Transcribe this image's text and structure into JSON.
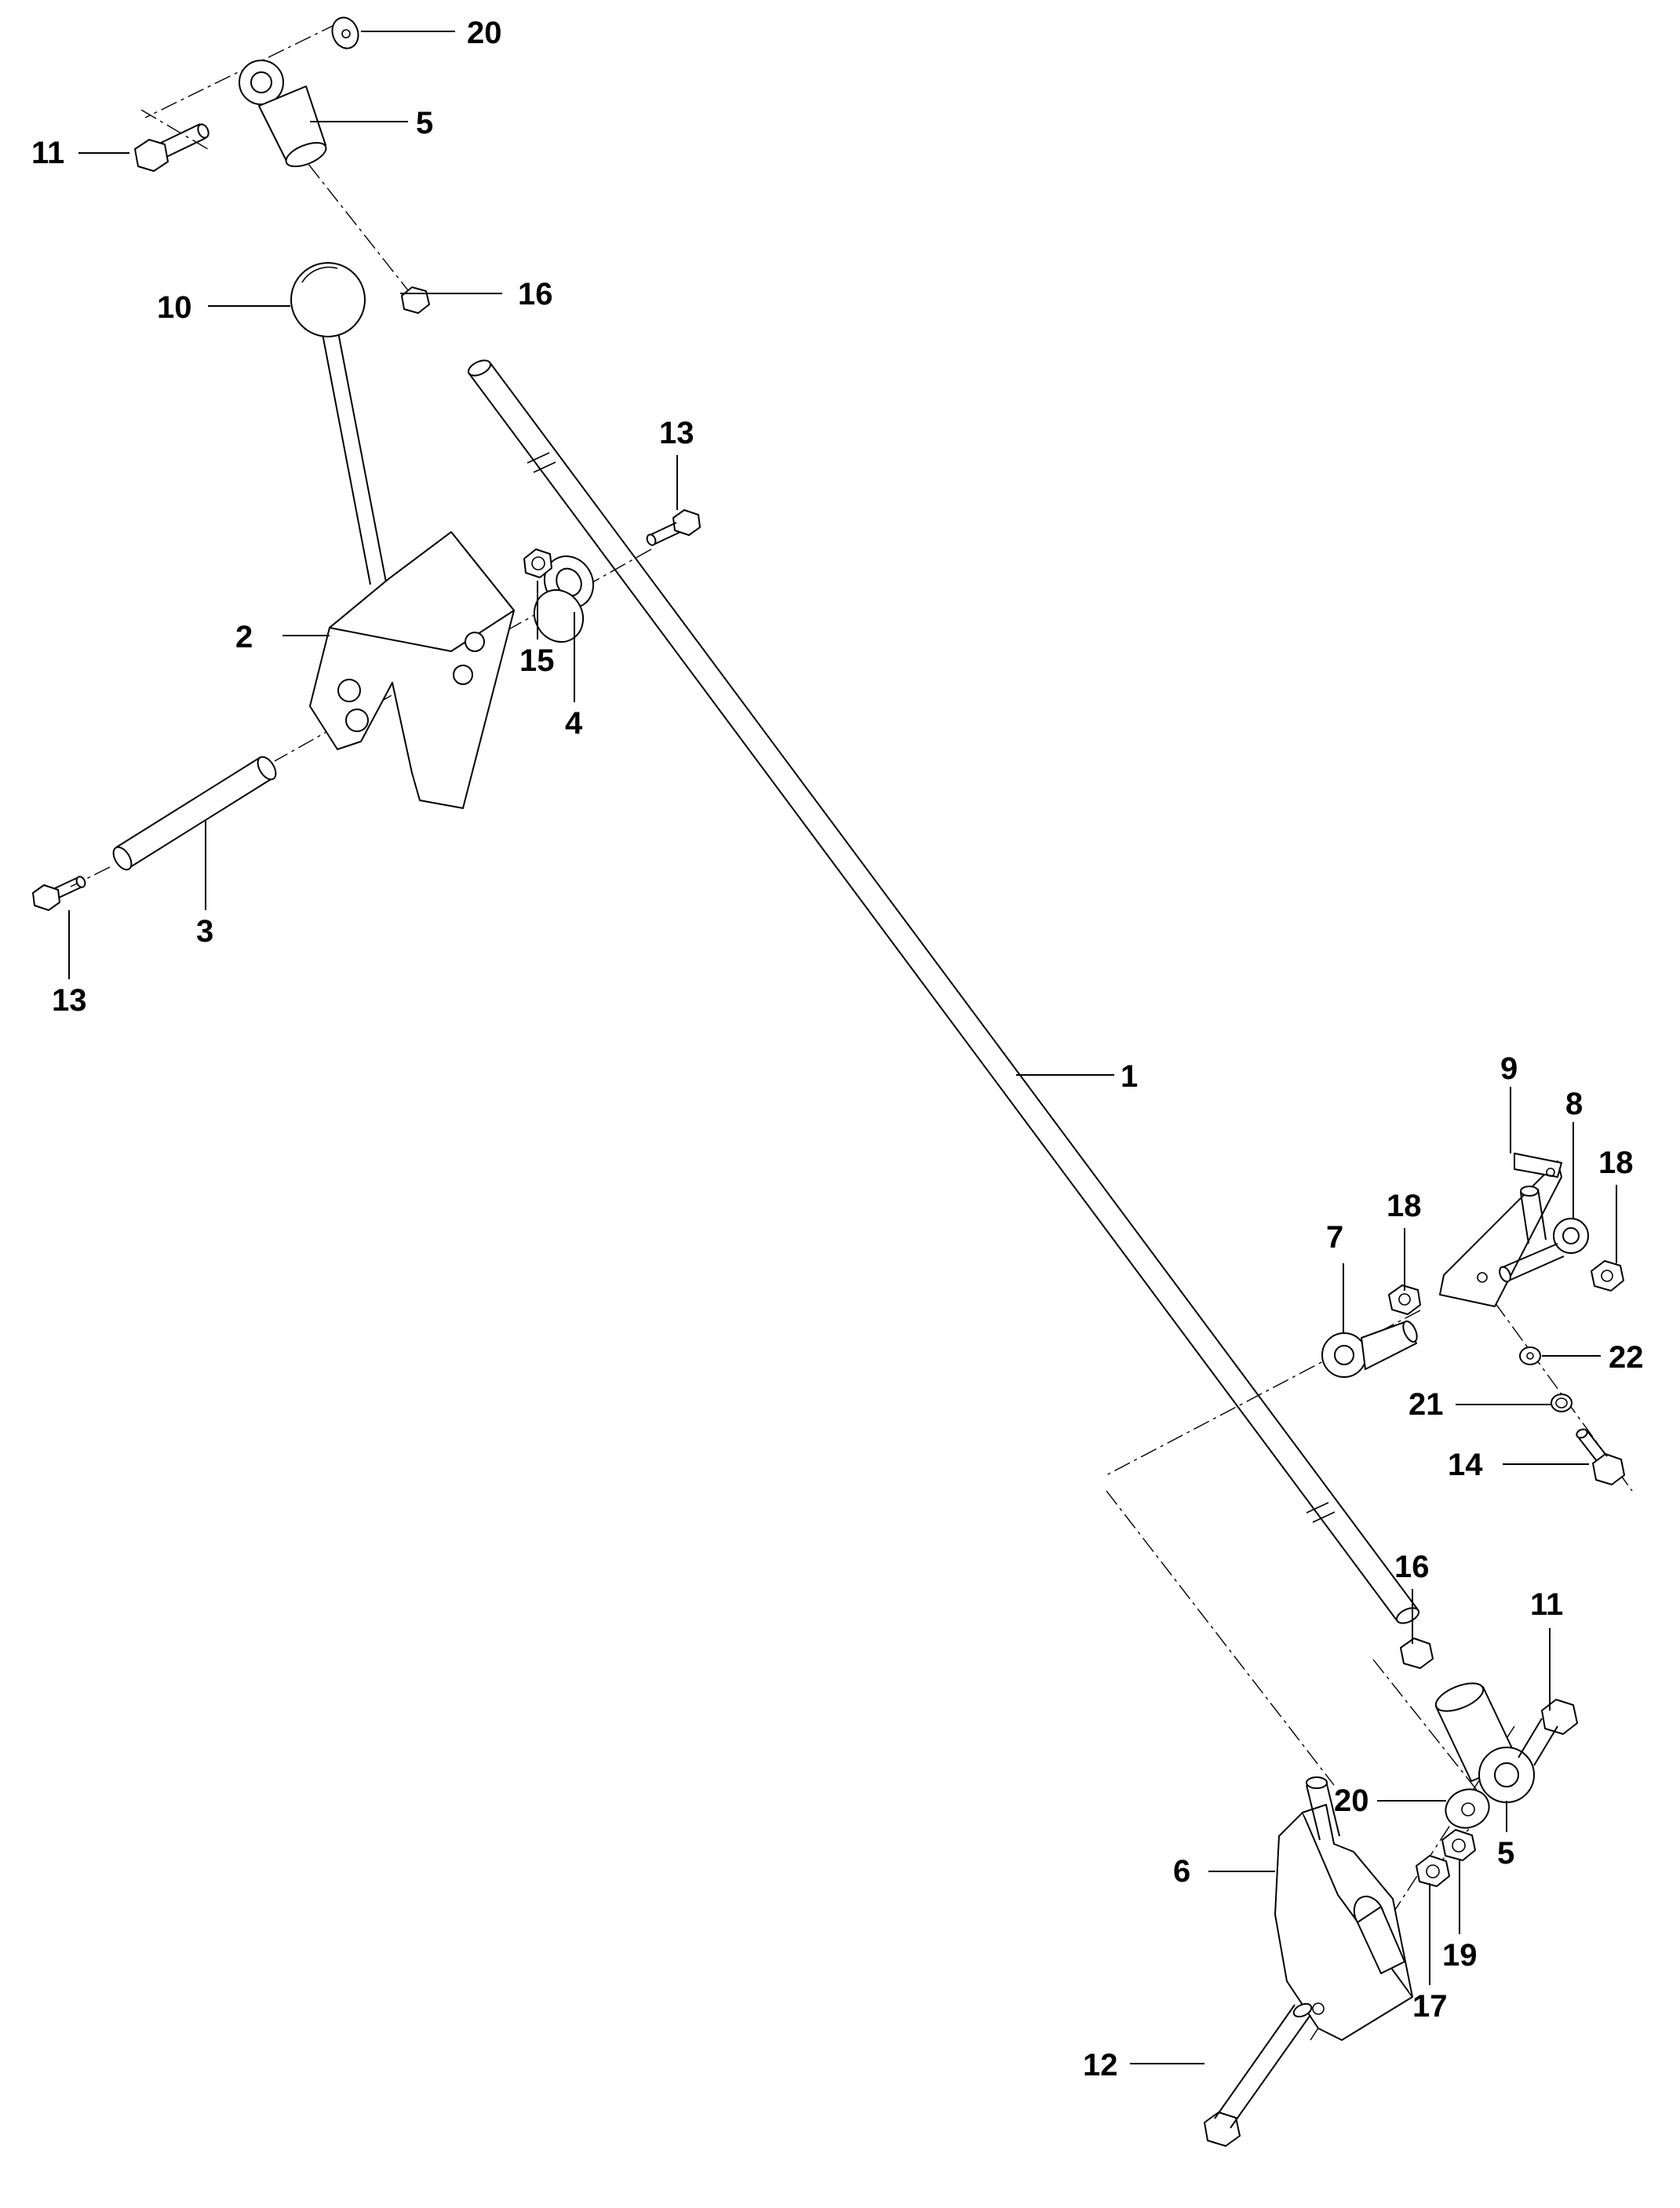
{
  "callouts": {
    "c1": "1",
    "c2": "2",
    "c3": "3",
    "c4": "4",
    "c5_top": "5",
    "c5_bottom": "5",
    "c6": "6",
    "c7": "7",
    "c8": "8",
    "c9": "9",
    "c10": "10",
    "c11_top": "11",
    "c11_bottom": "11",
    "c12": "12",
    "c13_top": "13",
    "c13_left": "13",
    "c14": "14",
    "c15": "15",
    "c16_top": "16",
    "c16_bottom": "16",
    "c17": "17",
    "c18_left": "18",
    "c18_right": "18",
    "c19": "19",
    "c20_top": "20",
    "c20_bottom": "20",
    "c21": "21",
    "c22": "22"
  }
}
